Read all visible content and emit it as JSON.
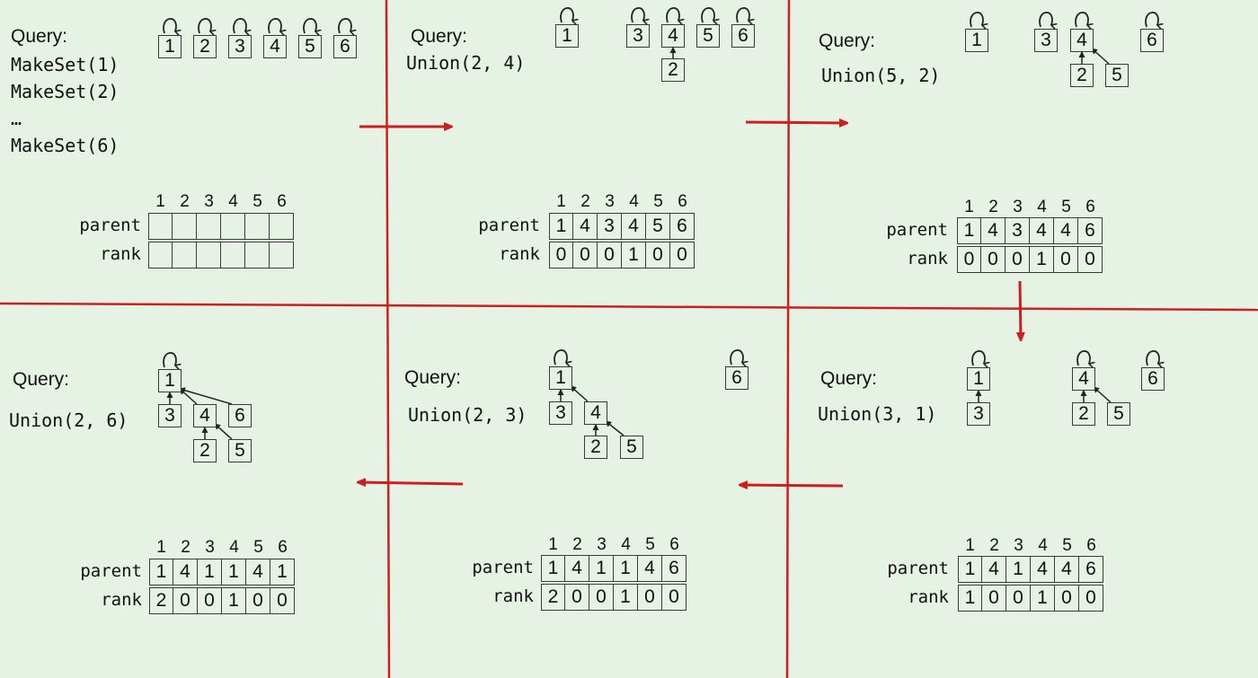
{
  "style": {
    "background": "#e6f2e4",
    "divider_color": "#cc2020",
    "box_color": "#3a3a3a"
  },
  "array_labels": {
    "parent": "parent",
    "rank": "rank"
  },
  "indices": [
    "1",
    "2",
    "3",
    "4",
    "5",
    "6"
  ],
  "panels": [
    {
      "id": "p1",
      "query_label": "Query:",
      "query_lines": [
        "MakeSet(1)",
        "MakeSet(2)",
        "…",
        "MakeSet(6)"
      ],
      "parent": [
        "",
        "",
        "",
        "",
        "",
        ""
      ],
      "rank": [
        "",
        "",
        "",
        "",
        "",
        ""
      ],
      "nodes": [
        "1",
        "2",
        "3",
        "4",
        "5",
        "6"
      ]
    },
    {
      "id": "p2",
      "query_label": "Query:",
      "query_lines": [
        "Union(2, 4)"
      ],
      "parent": [
        "1",
        "4",
        "3",
        "4",
        "5",
        "6"
      ],
      "rank": [
        "0",
        "0",
        "0",
        "1",
        "0",
        "0"
      ],
      "nodes": [
        "1",
        "3",
        "4",
        "5",
        "6",
        "2"
      ]
    },
    {
      "id": "p3",
      "query_label": "Query:",
      "query_lines": [
        "Union(5, 2)"
      ],
      "parent": [
        "1",
        "4",
        "3",
        "4",
        "4",
        "6"
      ],
      "rank": [
        "0",
        "0",
        "0",
        "1",
        "0",
        "0"
      ],
      "nodes": [
        "1",
        "3",
        "4",
        "6",
        "2",
        "5"
      ]
    },
    {
      "id": "p4",
      "query_label": "Query:",
      "query_lines": [
        "Union(3, 1)"
      ],
      "parent": [
        "1",
        "4",
        "1",
        "4",
        "4",
        "6"
      ],
      "rank": [
        "1",
        "0",
        "0",
        "1",
        "0",
        "0"
      ],
      "nodes": [
        "1",
        "4",
        "6",
        "3",
        "2",
        "5"
      ]
    },
    {
      "id": "p5",
      "query_label": "Query:",
      "query_lines": [
        "Union(2, 3)"
      ],
      "parent": [
        "1",
        "4",
        "1",
        "1",
        "4",
        "6"
      ],
      "rank": [
        "2",
        "0",
        "0",
        "1",
        "0",
        "0"
      ],
      "nodes": [
        "1",
        "6",
        "3",
        "4",
        "2",
        "5"
      ]
    },
    {
      "id": "p6",
      "query_label": "Query:",
      "query_lines": [
        "Union(2, 6)"
      ],
      "parent": [
        "1",
        "4",
        "1",
        "1",
        "4",
        "1"
      ],
      "rank": [
        "2",
        "0",
        "0",
        "1",
        "0",
        "0"
      ],
      "nodes": [
        "1",
        "3",
        "4",
        "6",
        "2",
        "5"
      ]
    }
  ]
}
